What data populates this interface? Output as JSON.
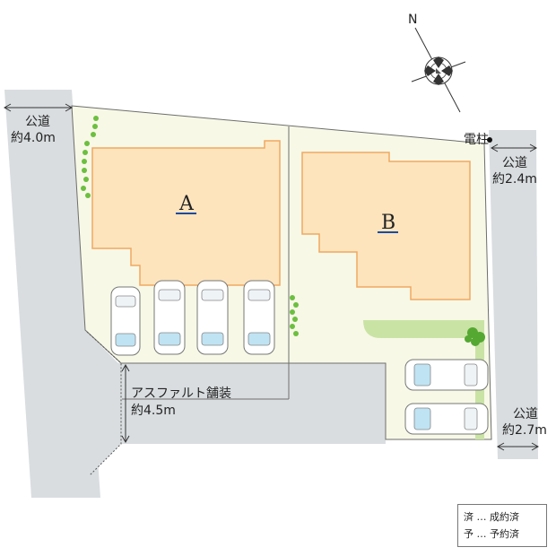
{
  "compass": {
    "north_label": "N"
  },
  "roads": {
    "west": {
      "label1": "公道",
      "label2": "約4.0m"
    },
    "northeast": {
      "label1": "公道",
      "label2": "約2.4m"
    },
    "southeast": {
      "label1": "公道",
      "label2": "約2.7m"
    },
    "pavement": {
      "label1": "アスファルト舗装",
      "label2": "約4.5m"
    }
  },
  "utility_pole": {
    "label": "電柱"
  },
  "lots": [
    {
      "name": "A"
    },
    {
      "name": "B"
    }
  ],
  "legend": {
    "line1": "済 … 成約済",
    "line2": "予 … 予約済"
  },
  "colors": {
    "road": "#d9dde0",
    "lot_ground": "#f7f8e6",
    "house_fill": "#fde4bd",
    "house_stroke": "#f0a860",
    "lawn": "#c9e3a4",
    "tree": "#6cbf3f"
  }
}
